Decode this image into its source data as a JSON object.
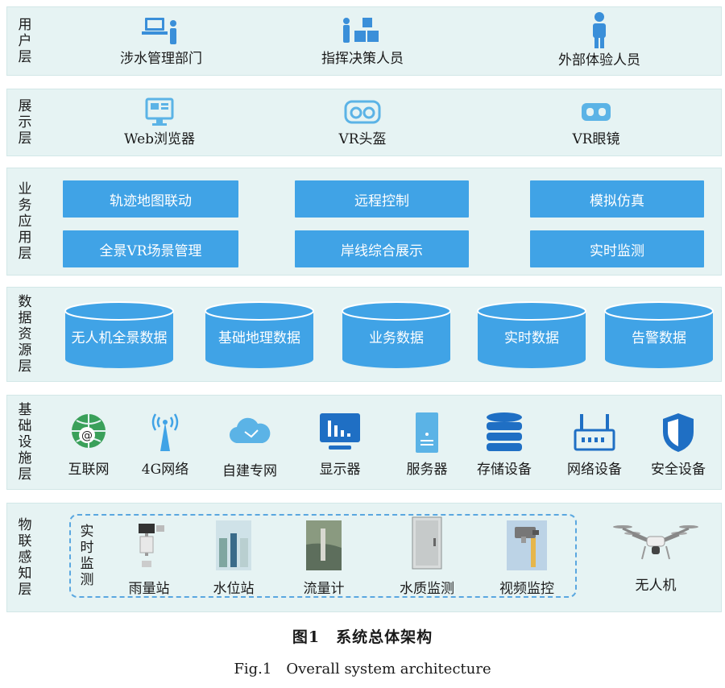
{
  "layers": {
    "user": {
      "label": [
        "用",
        "户",
        "层"
      ],
      "items": [
        "涉水管理部门",
        "指挥决策人员",
        "外部体验人员"
      ]
    },
    "display": {
      "label": [
        "展",
        "示",
        "层"
      ],
      "items": [
        "Web浏览器",
        "VR头盔",
        "VR眼镜"
      ]
    },
    "business": {
      "label": [
        "业",
        "务",
        "应",
        "用",
        "层"
      ],
      "items": [
        "轨迹地图联动",
        "远程控制",
        "模拟仿真",
        "全景VR场景管理",
        "岸线综合展示",
        "实时监测"
      ]
    },
    "data": {
      "label": [
        "数",
        "据",
        "资",
        "源",
        "层"
      ],
      "items": [
        "无人机全景数据",
        "基础地理数据",
        "业务数据",
        "实时数据",
        "告警数据"
      ]
    },
    "infra": {
      "label": [
        "基",
        "础",
        "设",
        "施",
        "层"
      ],
      "items": [
        "互联网",
        "4G网络",
        "自建专网",
        "显示器",
        "服务器",
        "存储设备",
        "网络设备",
        "安全设备"
      ]
    },
    "iot": {
      "label": [
        "物",
        "联",
        "感",
        "知",
        "层"
      ],
      "realtime_label": [
        "实",
        "时",
        "监",
        "测"
      ],
      "items": [
        "雨量站",
        "水位站",
        "流量计",
        "水质监测",
        "视频监控",
        "无人机"
      ]
    }
  },
  "caption": {
    "cn": "图1　系统总体架构",
    "en": "Fig.1　Overall system architecture"
  },
  "colors": {
    "layer_bg": "#e6f3f3",
    "accent": "#40a3e6",
    "icon": "#3a8fd9"
  }
}
